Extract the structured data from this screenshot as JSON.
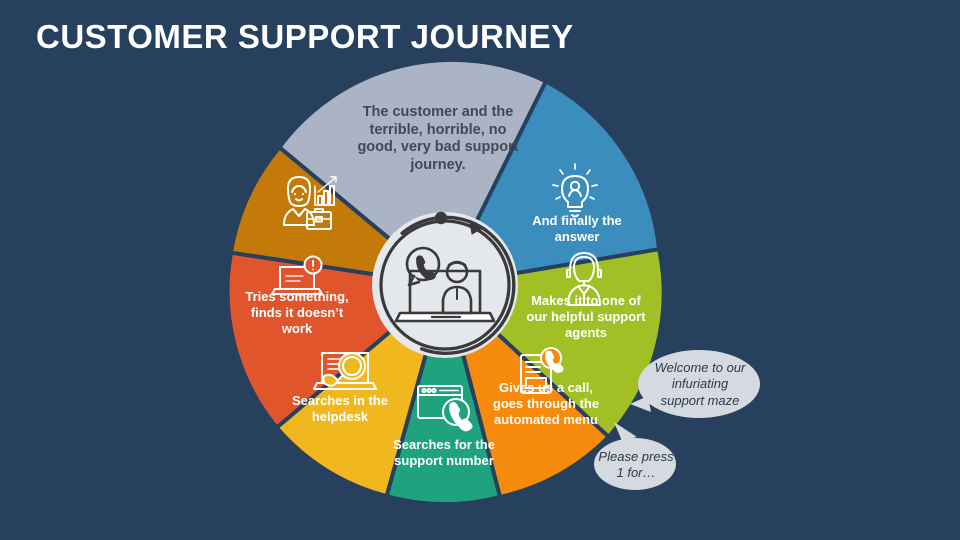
{
  "slide": {
    "title": "CUSTOMER SUPPORT JOURNEY",
    "background_color": "#26405e"
  },
  "wheel": {
    "center_icon_name": "laptop-agent-call-icon",
    "hub_color": "#d5d9e0",
    "hub_ring_color": "#3a3a3a",
    "arrow_name": "clockwise-cycle-arrow",
    "segments": [
      {
        "id": "segment-journey-summary",
        "label": "The customer and the terrible, horrible, no good, very bad support journey.",
        "color": "#aab4c4",
        "text_color": "#3f4a55",
        "icon": "none",
        "start_angle": -45,
        "end_angle": 20
      },
      {
        "id": "segment-final-answer",
        "label": "And finally the answer",
        "color": "#3b8dbd",
        "text_color": "#ffffff",
        "icon": "lightbulb-person-icon",
        "start_angle": 20,
        "end_angle": 65
      },
      {
        "id": "segment-support-agent",
        "label": "Makes it to one of our helpful support agents",
        "color": "#a2bf26",
        "text_color": "#ffffff",
        "icon": "headset-agent-icon",
        "start_angle": 65,
        "end_angle": 115
      },
      {
        "id": "segment-automated-menu",
        "label": "Gives us a call, goes through the automated menu",
        "color": "#f58a0b",
        "text_color": "#ffffff",
        "icon": "phone-menu-list-icon",
        "start_angle": 115,
        "end_angle": 160
      },
      {
        "id": "segment-support-number",
        "label": "Searches for the support number",
        "color": "#1ea37e",
        "text_color": "#ffffff",
        "icon": "browser-phone-icon",
        "start_angle": 160,
        "end_angle": 205
      },
      {
        "id": "segment-helpdesk-search",
        "label": "Searches in the helpdesk",
        "color": "#f0b71e",
        "text_color": "#ffffff",
        "icon": "magnifier-laptop-icon",
        "start_angle": 205,
        "end_angle": 250
      },
      {
        "id": "segment-tries-something",
        "label": "Tries something, finds it doesn’t work",
        "color": "#e0552b",
        "text_color": "#ffffff",
        "icon": "laptop-error-icon",
        "start_angle": 250,
        "end_angle": 293
      },
      {
        "id": "segment-customer-start",
        "label": "",
        "color": "#c47a08",
        "text_color": "#ffffff",
        "icon": "businesswoman-chart-icon",
        "start_angle": 293,
        "end_angle": 315
      }
    ]
  },
  "bubbles": [
    {
      "id": "bubble-support-maze",
      "text": "Welcome to our infuriating support maze",
      "fill": "#d5d9e0"
    },
    {
      "id": "bubble-press-one",
      "text": "Please press 1 for…",
      "fill": "#d5d9e0"
    }
  ]
}
